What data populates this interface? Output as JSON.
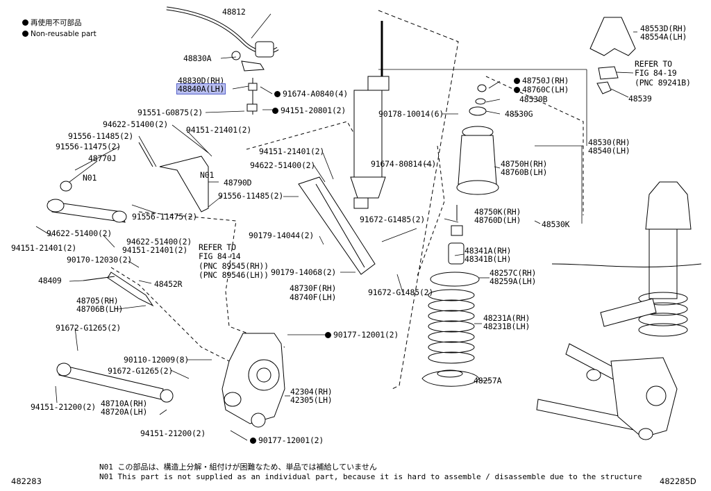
{
  "legend": {
    "line1": "再使用不可部品",
    "line2": "Non-reusable part"
  },
  "labels": {
    "p48812": "48812",
    "p48830A": "48830A",
    "p48830D": "48830D(RH)",
    "p48840A": "48840A(LH)",
    "p91674a": "91674-A0840(4)",
    "p91551": "91551-G0875(2)",
    "p94151_20801": "94151-20801(2)",
    "p94622a": "94622-51400(2)",
    "p94151_21401a": "94151-21401(2)",
    "p91556_11485a": "91556-11485(2)",
    "p91556_11475a": "91556-11475(2)",
    "p48770J": "48770J",
    "pN01a": "N01",
    "pN01b": "N01",
    "p48790D": "48790D",
    "p91556_11475b": "91556-11475(2)",
    "p91556_11485b": "91556-11485(2)",
    "p94622b": "94622-51400(2)",
    "p94151_21401b": "94151-21401(2)",
    "p94622c": "94622-51400(2)",
    "p94151_21401c": "94151-21401(2)",
    "p94151_21401d": "94151-21401(2)",
    "p94622d": "94622-51400(2)",
    "p90170": "90170-12030(2)",
    "p48409": "48409",
    "p48452R": "48452R",
    "p48705": "48705(RH)",
    "p48706": "48706B(LH)",
    "p91672_G1265a": "91672-G1265(2)",
    "p90110": "90110-12009(8)",
    "p91672_G1265b": "91672-G1265(2)",
    "p94151_21200a": "94151-21200(2)",
    "p48710A": "48710A(RH)",
    "p48720A": "48720A(LH)",
    "p94151_21200b": "94151-21200(2)",
    "pRefer84_14a": "REFER TO",
    "pRefer84_14b": "FIG 84-14",
    "pRefer84_14c": "(PNC 89545(RH))",
    "pRefer84_14d": "(PNC 89546(LH))",
    "p90179_14044": "90179-14044(2)",
    "p90179_14068": "90179-14068(2)",
    "p48730F": "48730F(RH)",
    "p48740F": "48740F(LH)",
    "p91672_G1485a": "91672-G1485(2)",
    "p91672_G1485b": "91672-G1485(2)",
    "p90177a": "90177-12001(2)",
    "p42304": "42304(RH)",
    "p42305": "42305(LH)",
    "p90177b": "90177-12001(2)",
    "p91674_80814": "91674-80814(4)",
    "p90178": "90178-10014(6)",
    "p48750J": "48750J(RH)",
    "p48760C": "48760C(LH)",
    "p48530B": "48530B",
    "p48530G": "48530G",
    "p48750H": "48750H(RH)",
    "p48760B": "48760B(LH)",
    "p48750K": "48750K(RH)",
    "p48760D": "48760D(LH)",
    "p48530K": "48530K",
    "p48530": "48530(RH)",
    "p48540": "48540(LH)",
    "p48341A": "48341A(RH)",
    "p48341B": "48341B(LH)",
    "p48257C": "48257C(RH)",
    "p48259A": "48259A(LH)",
    "p48231A": "48231A(RH)",
    "p48231B": "48231B(LH)",
    "p48257A": "48257A",
    "p48553D": "48553D(RH)",
    "p48554A": "48554A(LH)",
    "pRefer84_19a": "REFER TO",
    "pRefer84_19b": "FIG 84-19",
    "pRefer84_19c": "(PNC 89241B)",
    "p48539": "48539"
  },
  "notes": {
    "jp": "N01 この部品は、構造上分解・組付けが困難なため、単品では補給していません",
    "en": "N01 This part is not supplied as an individual part, because it is hard to assemble / disassemble due to the structure"
  },
  "codes": {
    "left": "482283",
    "right": "482285D"
  },
  "colors": {
    "highlight": "#b9bff0",
    "highlight_border": "#5561c8"
  }
}
